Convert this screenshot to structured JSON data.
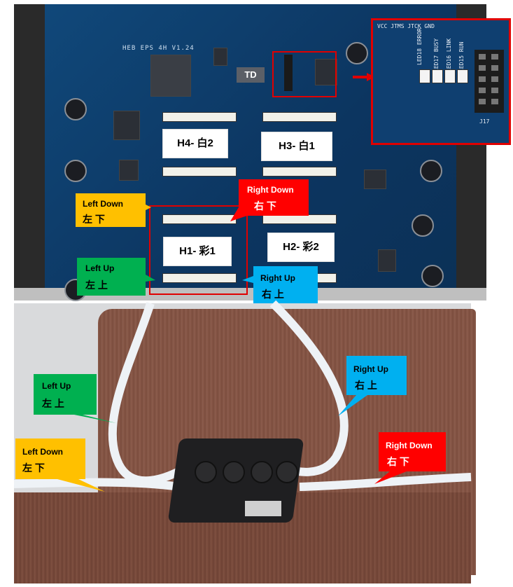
{
  "board": {
    "silkscreen_title": "HEB EPS 4H V1.24",
    "chip_label": "TD",
    "heads": [
      {
        "label": "H4- 白2"
      },
      {
        "label": "H3- 白1"
      },
      {
        "label": "H1- 彩1"
      },
      {
        "label": "H2- 彩2"
      }
    ],
    "zoom_silk": [
      "VCC JTMS JTCK GND",
      "LED18 ERROR",
      "LED17 BUSY",
      "LED16 LINK",
      "LED15 RUN",
      "J17"
    ]
  },
  "callouts_top": {
    "left_down": {
      "en": "Left    Down",
      "cn": "左    下",
      "color": "#ffc000"
    },
    "right_down": {
      "en": "Right Down",
      "cn": "右    下",
      "color": "#ff0000"
    },
    "left_up": {
      "en": "Left    Up",
      "cn": "左    上",
      "color": "#00b050"
    },
    "right_up": {
      "en": "Right Up",
      "cn": "右    上",
      "color": "#00b0f0"
    }
  },
  "callouts_bottom": {
    "left_up": {
      "en": "Left    Up",
      "cn": "左        上",
      "color": "#00b050"
    },
    "left_down": {
      "en": "Left    Down",
      "cn": "左        下",
      "color": "#ffc000"
    },
    "right_up": {
      "en": "Right Up",
      "cn": "右    上",
      "color": "#00b0f0"
    },
    "right_down": {
      "en": "Right Down",
      "cn": "右    下",
      "color": "#ff0000"
    }
  },
  "highlight_color": "#e00000"
}
